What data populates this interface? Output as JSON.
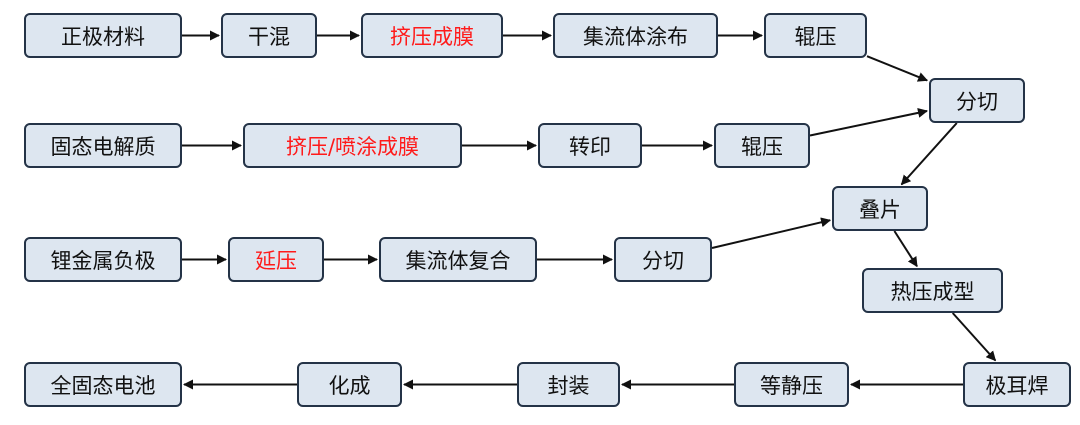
{
  "colors": {
    "node_fill": "#dde6f0",
    "node_border": "#243347",
    "text": "#111111",
    "highlight_text": "#ff1a1a",
    "arrow": "#111111"
  },
  "nodes": {
    "cathode_material": {
      "label": "正极材料",
      "highlight": false
    },
    "dry_mix": {
      "label": "干混",
      "highlight": false
    },
    "extrude_film_1": {
      "label": "挤压成膜",
      "highlight": true
    },
    "collector_coating": {
      "label": "集流体涂布",
      "highlight": false
    },
    "roll_press_1": {
      "label": "辊压",
      "highlight": false
    },
    "slitting_1": {
      "label": "分切",
      "highlight": false
    },
    "solid_electrolyte": {
      "label": "固态电解质",
      "highlight": false
    },
    "extrude_spray_film": {
      "label": "挤压/喷涂成膜",
      "highlight": true
    },
    "transfer": {
      "label": "转印",
      "highlight": false
    },
    "roll_press_2": {
      "label": "辊压",
      "highlight": false
    },
    "lithium_anode": {
      "label": "锂金属负极",
      "highlight": false
    },
    "calendering": {
      "label": "延压",
      "highlight": true
    },
    "collector_composite": {
      "label": "集流体复合",
      "highlight": false
    },
    "slitting_2": {
      "label": "分切",
      "highlight": false
    },
    "stacking": {
      "label": "叠片",
      "highlight": false
    },
    "hot_press_forming": {
      "label": "热压成型",
      "highlight": false
    },
    "tab_welding": {
      "label": "极耳焊",
      "highlight": false
    },
    "isostatic_press": {
      "label": "等静压",
      "highlight": false
    },
    "packaging": {
      "label": "封装",
      "highlight": false
    },
    "formation": {
      "label": "化成",
      "highlight": false
    },
    "all_solid_battery": {
      "label": "全固态电池",
      "highlight": false
    }
  },
  "edges": [
    [
      "cathode_material",
      "dry_mix"
    ],
    [
      "dry_mix",
      "extrude_film_1"
    ],
    [
      "extrude_film_1",
      "collector_coating"
    ],
    [
      "collector_coating",
      "roll_press_1"
    ],
    [
      "roll_press_1",
      "slitting_1"
    ],
    [
      "solid_electrolyte",
      "extrude_spray_film"
    ],
    [
      "extrude_spray_film",
      "transfer"
    ],
    [
      "transfer",
      "roll_press_2"
    ],
    [
      "roll_press_2",
      "slitting_1"
    ],
    [
      "slitting_1",
      "stacking"
    ],
    [
      "lithium_anode",
      "calendering"
    ],
    [
      "calendering",
      "collector_composite"
    ],
    [
      "collector_composite",
      "slitting_2"
    ],
    [
      "slitting_2",
      "stacking"
    ],
    [
      "stacking",
      "hot_press_forming"
    ],
    [
      "hot_press_forming",
      "tab_welding"
    ],
    [
      "tab_welding",
      "isostatic_press"
    ],
    [
      "isostatic_press",
      "packaging"
    ],
    [
      "packaging",
      "formation"
    ],
    [
      "formation",
      "all_solid_battery"
    ]
  ]
}
